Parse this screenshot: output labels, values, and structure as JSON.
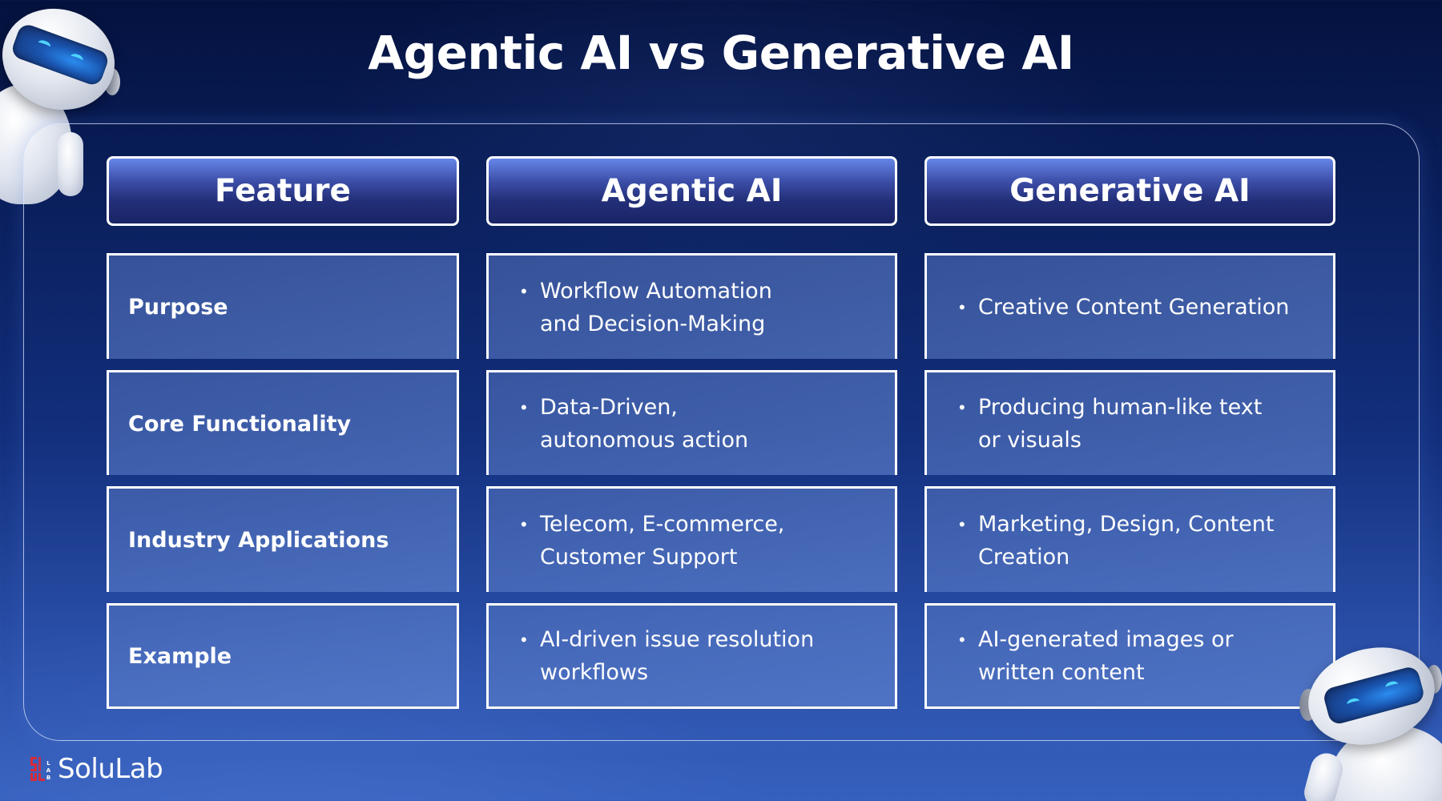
{
  "title": "Agentic AI vs Generative AI",
  "colors": {
    "background_top": "#04123f",
    "background_bottom": "#3560bd",
    "header_top": "#6686e8",
    "header_bottom": "#1a2466",
    "border": "#ffffff",
    "logo_red": "#d62b3a"
  },
  "table": {
    "headers": [
      "Feature",
      "Agentic AI",
      "Generative AI"
    ],
    "rows": [
      {
        "feature": "Purpose",
        "agentic": "Workflow Automation\nand Decision-Making",
        "generative": "Creative Content Generation"
      },
      {
        "feature": "Core Functionality",
        "agentic": "Data-Driven,\nautonomous action",
        "generative": "Producing human-like text\nor visuals"
      },
      {
        "feature": "Industry Applications",
        "agentic": "Telecom, E-commerce,\nCustomer Support",
        "generative": "Marketing, Design, Content\nCreation"
      },
      {
        "feature": "Example",
        "agentic": "AI-driven issue resolution\nworkflows",
        "generative": "AI-generated images or\nwritten content"
      }
    ],
    "bullet": "•"
  },
  "brand": {
    "name": "SoluLab",
    "mark_letters": "LAB",
    "icon": "solulab-logo-icon"
  },
  "decorations": {
    "top_left": "robot-illustration",
    "bottom_right": "robot-illustration"
  }
}
